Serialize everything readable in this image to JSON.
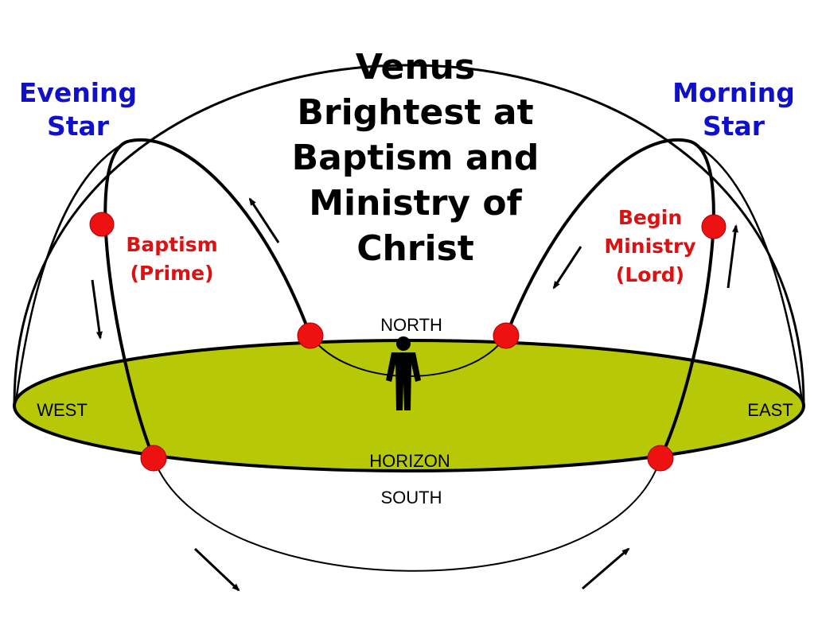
{
  "title": {
    "line1": "Venus",
    "line2": "Brightest at",
    "line3": "Baptism and",
    "line4": "Ministry of",
    "line5": "Christ"
  },
  "evening_star": {
    "line1": "Evening",
    "line2": "Star"
  },
  "morning_star": {
    "line1": "Morning",
    "line2": "Star"
  },
  "baptism": {
    "line1": "Baptism",
    "line2": "(Prime)"
  },
  "ministry": {
    "line1": "Begin",
    "line2": "Ministry",
    "line3": "(Lord)"
  },
  "directions": {
    "north": "NORTH",
    "south": "SOUTH",
    "west": "WEST",
    "east": "EAST",
    "horizon": "HORIZON"
  },
  "colors": {
    "horizon_fill": "#b6c806",
    "star_label": "#1010c8",
    "event_label": "#dd1111",
    "event_marker": "#ee1111"
  }
}
